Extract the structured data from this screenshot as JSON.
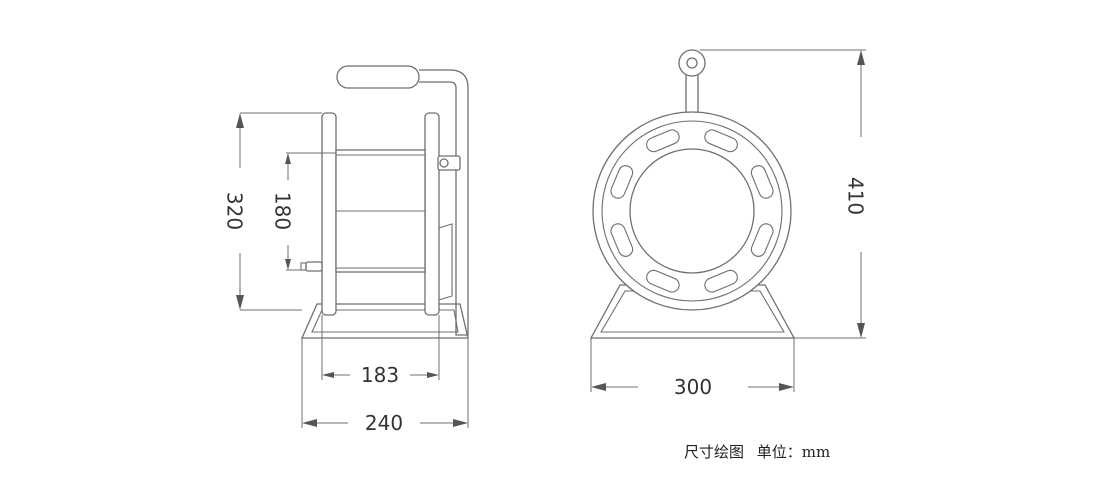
{
  "dimensions": {
    "side_total_height": "320",
    "drum_height": "180",
    "drum_width": "183",
    "base_width": "240",
    "front_width": "300",
    "front_height": "410"
  },
  "caption": {
    "title": "尺寸绘图",
    "unit": "单位：mm"
  },
  "colors": {
    "line": "#6f6f6f",
    "text": "#333333",
    "background": "#ffffff"
  }
}
